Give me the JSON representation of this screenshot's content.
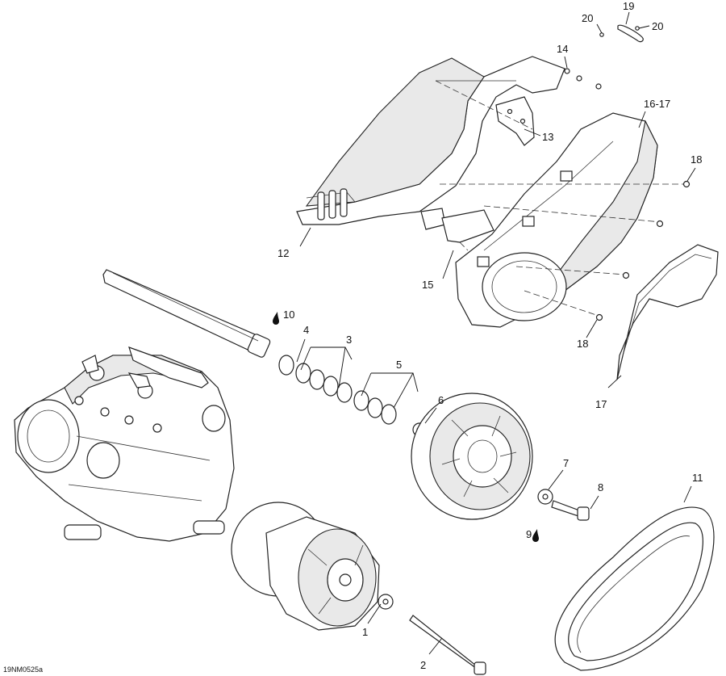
{
  "diagram": {
    "drawing_code": "19NM0525a",
    "callouts": {
      "c1": "1",
      "c2": "2",
      "c3": "3",
      "c4": "4",
      "c5": "5",
      "c6": "6",
      "c7": "7",
      "c8": "8",
      "c9": "9",
      "c10": "10",
      "c11": "11",
      "c12": "12",
      "c13": "13",
      "c14": "14",
      "c15": "15",
      "c1617": "16-17",
      "c17": "17",
      "c18a": "18",
      "c18b": "18",
      "c19": "19",
      "c20a": "20",
      "c20b": "20"
    },
    "lubricant_icon": "drop-icon",
    "line_color": "#222222",
    "shade_color": "#e9e9e9"
  }
}
